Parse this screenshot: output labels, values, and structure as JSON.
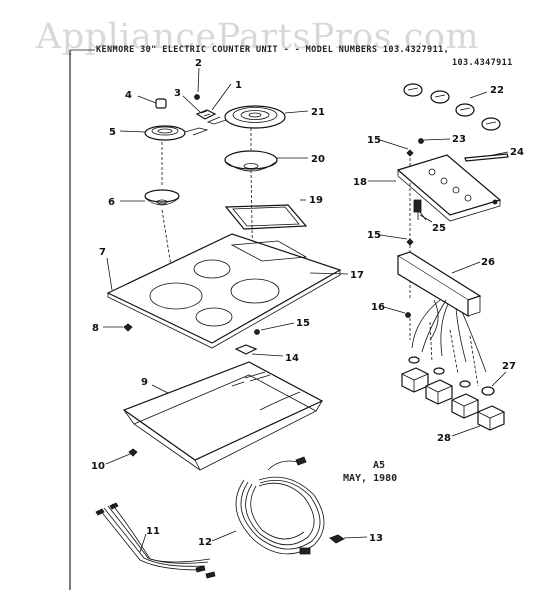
{
  "watermark": "AppliancePartsPros.com",
  "header": {
    "line1": "KENMORE 30\" ELECTRIC COUNTER UNIT - - MODEL NUMBERS 103.4327911,",
    "line2": "103.4347911"
  },
  "stamp": {
    "code": "A5",
    "date": "MAY, 1980"
  },
  "callouts": [
    "1",
    "2",
    "3",
    "4",
    "5",
    "6",
    "7",
    "8",
    "9",
    "10",
    "11",
    "12",
    "13",
    "14",
    "15",
    "15",
    "15",
    "16",
    "17",
    "18",
    "19",
    "20",
    "21",
    "22",
    "23",
    "24",
    "25",
    "26",
    "27",
    "28"
  ]
}
